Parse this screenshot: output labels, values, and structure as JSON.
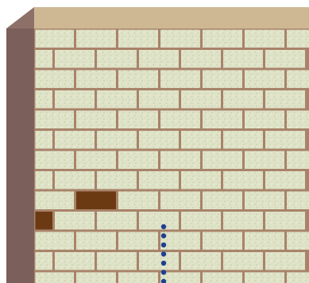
{
  "scene": {
    "description_free": true,
    "wall": {
      "rows": 13,
      "bricks_per_row": 7,
      "colors": {
        "brick_fill": "#dfe3c8",
        "brick_speckle": "#c9d0ab",
        "mortar": "#a8836a",
        "top_face": "#cdb893",
        "left_face": "#7a5f5a",
        "dark_brick": "#6b3a12"
      }
    },
    "dark_bricks": [
      {
        "row": 8,
        "col": 1,
        "offset": true
      },
      {
        "row": 9,
        "col": 0,
        "offset": false
      }
    ],
    "dotted_line": {
      "color": "#1f3f8f",
      "dot_count": 7
    }
  }
}
